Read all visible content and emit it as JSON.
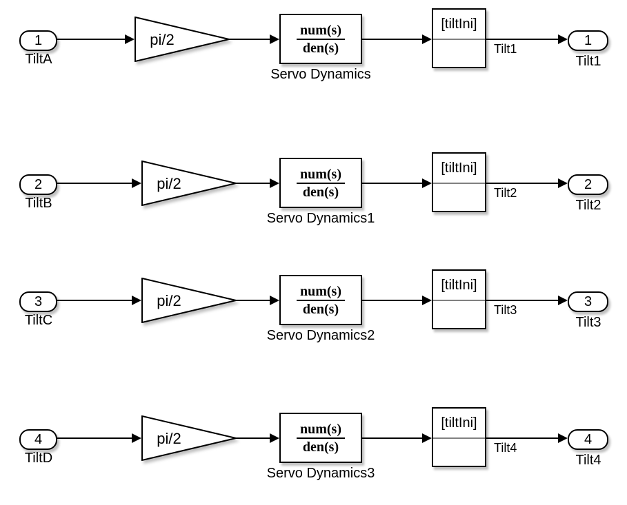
{
  "diagram": {
    "background_color": "#ffffff",
    "line_color": "#000000",
    "block_fill_color": "#ffffff",
    "tag_divider_color": "#808080"
  },
  "rows": [
    {
      "input_port": {
        "number": "1",
        "label": "TiltA"
      },
      "gain": {
        "label": "pi/2"
      },
      "transfer_fcn": {
        "numerator": "num(s)",
        "denominator": "den(s)",
        "label": "Servo Dynamics"
      },
      "ic_block": {
        "label": "[tiltIni]"
      },
      "signal_label": "Tilt1",
      "output_port": {
        "number": "1",
        "label": "Tilt1"
      }
    },
    {
      "input_port": {
        "number": "2",
        "label": "TiltB"
      },
      "gain": {
        "label": "pi/2"
      },
      "transfer_fcn": {
        "numerator": "num(s)",
        "denominator": "den(s)",
        "label": "Servo Dynamics1"
      },
      "ic_block": {
        "label": "[tiltIni]"
      },
      "signal_label": "Tilt2",
      "output_port": {
        "number": "2",
        "label": "Tilt2"
      }
    },
    {
      "input_port": {
        "number": "3",
        "label": "TiltC"
      },
      "gain": {
        "label": "pi/2"
      },
      "transfer_fcn": {
        "numerator": "num(s)",
        "denominator": "den(s)",
        "label": "Servo Dynamics2"
      },
      "ic_block": {
        "label": "[tiltIni]"
      },
      "signal_label": "Tilt3",
      "output_port": {
        "number": "3",
        "label": "Tilt3"
      }
    },
    {
      "input_port": {
        "number": "4",
        "label": "TiltD"
      },
      "gain": {
        "label": "pi/2"
      },
      "transfer_fcn": {
        "numerator": "num(s)",
        "denominator": "den(s)",
        "label": "Servo Dynamics3"
      },
      "ic_block": {
        "label": "[tiltIni]"
      },
      "signal_label": "Tilt4",
      "output_port": {
        "number": "4",
        "label": "Tilt4"
      }
    }
  ]
}
